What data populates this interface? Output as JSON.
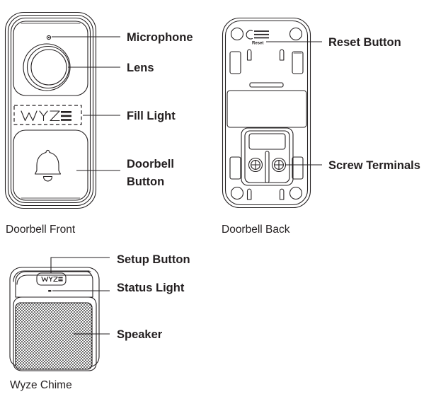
{
  "diagram": {
    "title": "Wyze Video Doorbell and Chime parts diagram",
    "background_color": "#ffffff",
    "line_color": "#231f20",
    "figures": [
      {
        "id": "doorbell-front",
        "caption": "Doorbell Front",
        "brand_text": "WYZE",
        "labels": [
          {
            "id": "microphone",
            "text": "Microphone"
          },
          {
            "id": "lens",
            "text": "Lens"
          },
          {
            "id": "fill-light",
            "text": "Fill Light"
          },
          {
            "id": "doorbell-button",
            "text": "Doorbell",
            "text_line2": "Button"
          }
        ]
      },
      {
        "id": "doorbell-back",
        "caption": "Doorbell Back",
        "reset_marking": "Reset",
        "labels": [
          {
            "id": "reset-button",
            "text": "Reset Button"
          },
          {
            "id": "screw-terminals",
            "text": "Screw Terminals"
          }
        ]
      },
      {
        "id": "wyze-chime",
        "caption": "Wyze Chime",
        "brand_text": "WYZE",
        "labels": [
          {
            "id": "setup-button",
            "text": "Setup Button"
          },
          {
            "id": "status-light",
            "text": "Status Light"
          },
          {
            "id": "speaker",
            "text": "Speaker"
          }
        ]
      }
    ]
  }
}
